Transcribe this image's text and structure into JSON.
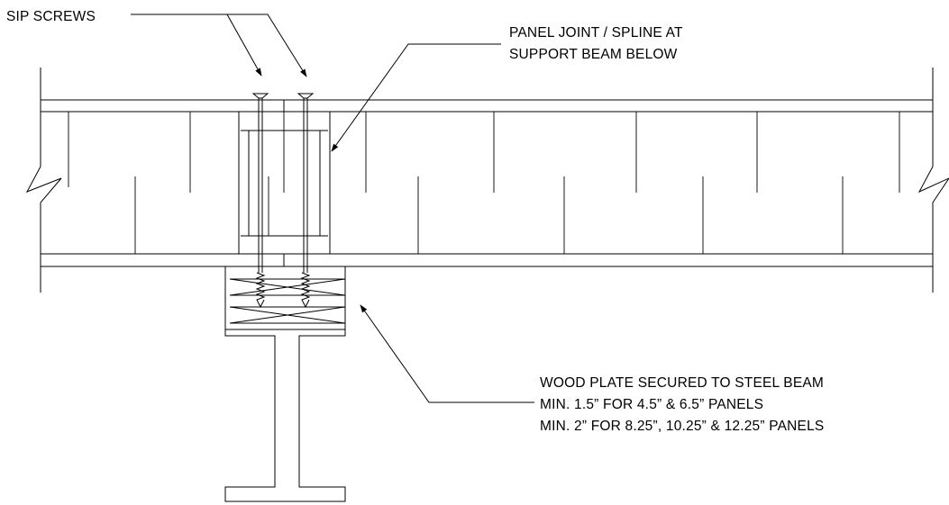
{
  "labels": {
    "sip_screws": "SIP SCREWS",
    "panel_joint_line1": "PANEL JOINT / SPLINE AT",
    "panel_joint_line2": "SUPPORT BEAM BELOW",
    "wood_plate_line1": "WOOD PLATE SECURED TO STEEL BEAM",
    "wood_plate_line2": "MIN. 1.5” FOR 4.5” & 6.5” PANELS",
    "wood_plate_line3": "MIN. 2” FOR 8.25”, 10.25” & 12.25” PANELS"
  },
  "colors": {
    "line": "#000000",
    "background": "#ffffff"
  }
}
